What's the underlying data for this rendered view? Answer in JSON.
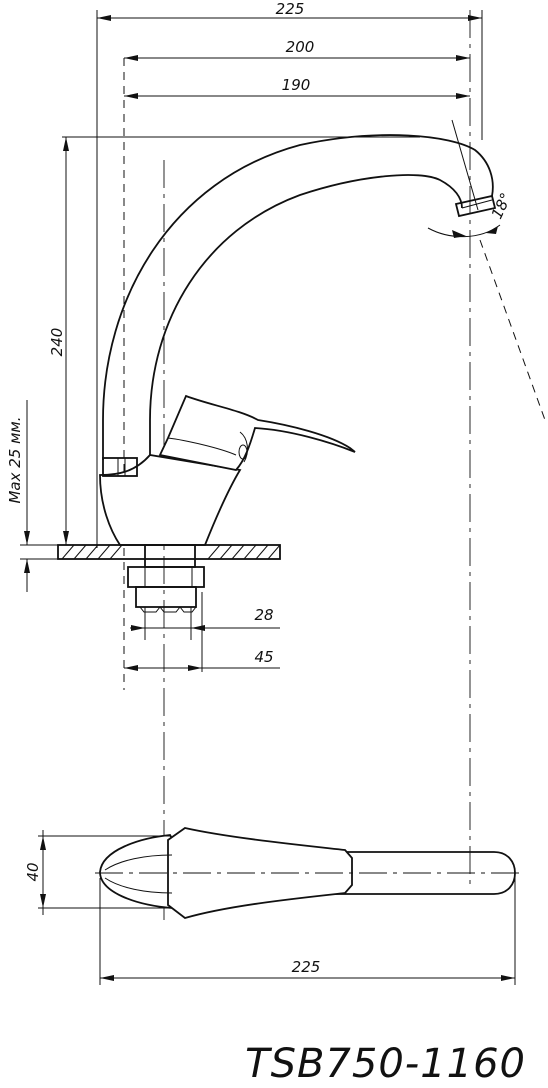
{
  "drawing": {
    "model": "TSB750-1160",
    "dimensions": {
      "reach_total": "225",
      "reach_200": "200",
      "reach_190": "190",
      "height": "240",
      "mount_max": "Max 25 мм.",
      "angle": "18°",
      "thread": "28",
      "base": "45",
      "top_width": "40",
      "top_length": "225"
    }
  }
}
